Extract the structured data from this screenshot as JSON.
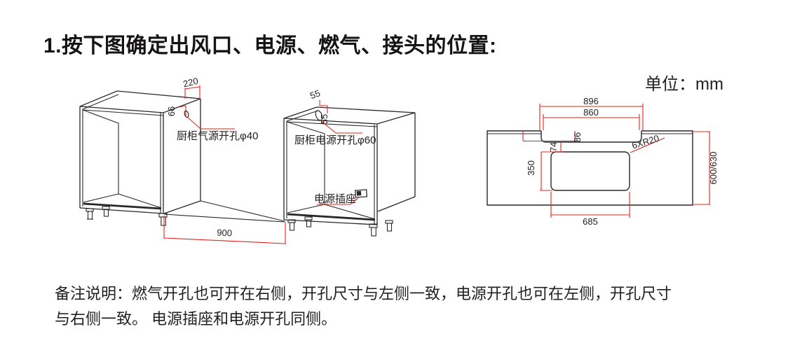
{
  "header": {
    "title": "1.按下图确定出风口、电源、燃气、接头的位置:",
    "unit": "单位：mm"
  },
  "cabinet_left": {
    "dim_back_offset": "220",
    "dim_top_offset": "66",
    "hole_label": "厨柜气源开孔φ40"
  },
  "cabinet_right": {
    "dim_top_a": "55",
    "dim_top_b": "55",
    "hole_label": "厨柜电源开孔φ60",
    "socket_label": "电源插座"
  },
  "spacing": {
    "dim_between_cabinets": "900"
  },
  "countertop": {
    "dim_notch_outer_width": "896",
    "dim_notch_inner_width": "860",
    "dim_notch_depth": "86",
    "dim_gap": "74",
    "dim_cutout_depth": "350",
    "dim_cutout_width": "685",
    "dim_counter_depth": "600/630",
    "corner_radius_label": "6XR20"
  },
  "note": {
    "line1": "备注说明：燃气开孔也可开在右侧，开孔尺寸与左侧一致，电源开孔也可在左侧，开孔尺寸",
    "line2": "与右侧一致。 电源插座和电源开孔同侧。"
  },
  "colors": {
    "line": "#2b2728",
    "dimension": "#e8231d",
    "text": "#242021",
    "background": "#ffffff"
  }
}
